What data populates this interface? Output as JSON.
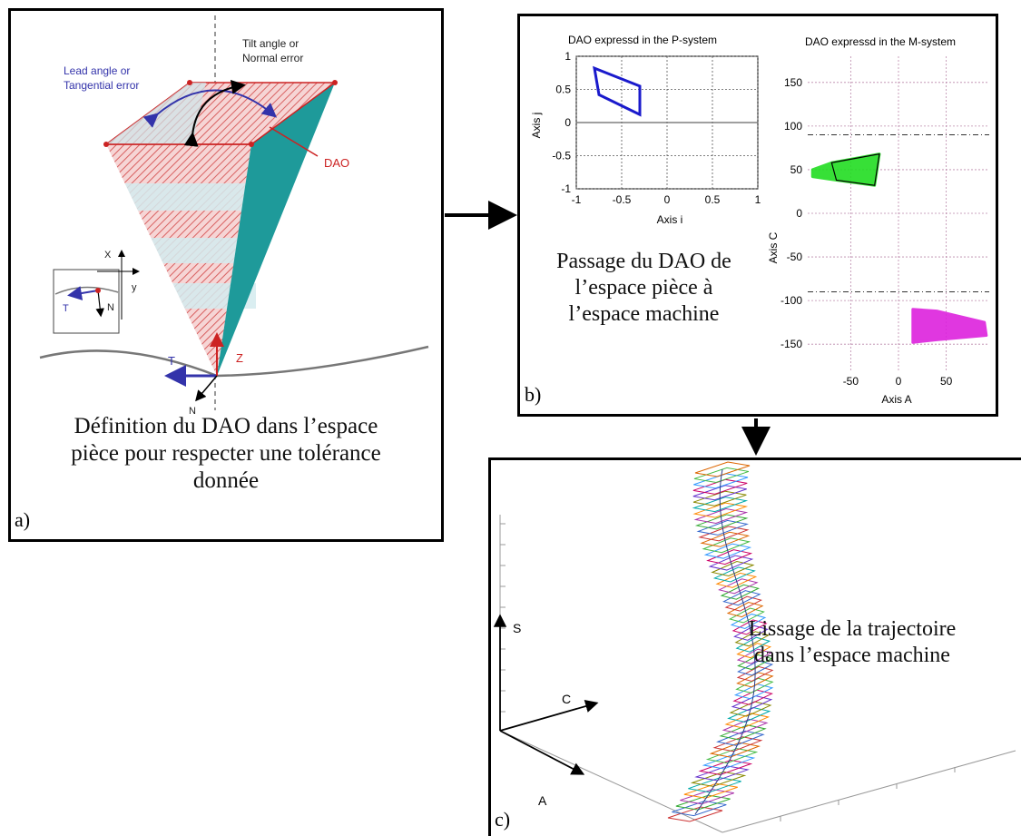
{
  "panel_a": {
    "label": "a)",
    "caption_lines": [
      "Définition du DAO dans l’espace",
      "pièce pour respecter une tolérance",
      "donnée"
    ],
    "annotations": {
      "tilt_line1": "Tilt angle or",
      "tilt_line2": "Normal error",
      "lead_line1": "Lead angle or",
      "lead_line2": "Tangential error",
      "dao": "DAO",
      "x": "X",
      "y": "y",
      "t_small": "T",
      "n_small": "N",
      "t": "T",
      "z": "Z",
      "n": "N"
    }
  },
  "panel_b": {
    "label": "b)",
    "caption_lines": [
      "Passage du DAO de",
      "l’espace pièce à",
      "l’espace machine"
    ]
  },
  "panel_c": {
    "label": "c)",
    "caption_lines": [
      "Lissage de la trajectoire",
      "dans l’espace machine"
    ],
    "axis_labels": {
      "s": "S",
      "c": "C",
      "a": "A"
    }
  },
  "chart_data": [
    {
      "type": "line",
      "title": "DAO expressd in the P-system",
      "xlabel": "Axis i",
      "ylabel": "Axis j",
      "xlim": [
        -1,
        1
      ],
      "ylim": [
        -1,
        1
      ],
      "xticks": [
        "-1",
        "-0.5",
        "0",
        "0.5",
        "1"
      ],
      "yticks": [
        "1",
        "0.5",
        "0",
        "-0.5",
        "-1"
      ],
      "grid": true,
      "series": [
        {
          "color": "#1a1acc",
          "closed": true,
          "points": [
            [
              -0.8,
              0.82
            ],
            [
              -0.3,
              0.55
            ],
            [
              -0.3,
              0.12
            ],
            [
              -0.75,
              0.42
            ]
          ]
        },
        {
          "color": "#666666",
          "closed": false,
          "points": [
            [
              -1,
              0
            ],
            [
              1,
              0
            ]
          ]
        }
      ]
    },
    {
      "type": "scatter",
      "title": "DAO expressd in the M-system",
      "xlabel": "Axis A",
      "ylabel": "Axis C",
      "xlim": [
        -95,
        95
      ],
      "ylim": [
        -180,
        180
      ],
      "xticks": [
        "-50",
        "0",
        "50"
      ],
      "yticks": [
        "150",
        "100",
        "50",
        "0",
        "-50",
        "-100",
        "-150"
      ],
      "grid": true,
      "series": [
        {
          "color": "#22dd22",
          "region": [
            [
              -90,
              50
            ],
            [
              -70,
              58
            ],
            [
              -20,
              68
            ],
            [
              -25,
              32
            ],
            [
              -65,
              38
            ],
            [
              -90,
              42
            ]
          ]
        },
        {
          "color": "#dd22dd",
          "region": [
            [
              15,
              -110
            ],
            [
              40,
              -112
            ],
            [
              90,
              -125
            ],
            [
              92,
              -140
            ],
            [
              40,
              -145
            ],
            [
              15,
              -148
            ]
          ]
        }
      ]
    }
  ]
}
